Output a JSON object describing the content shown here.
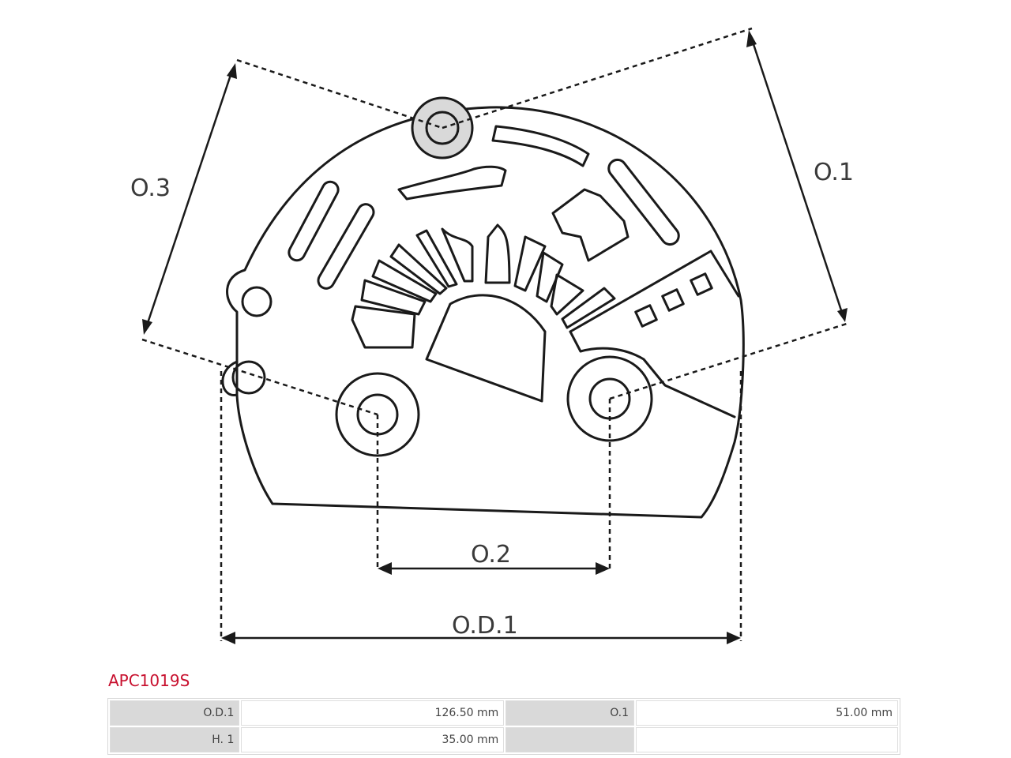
{
  "diagram": {
    "labels": {
      "o3": "O.3",
      "o1": "O.1",
      "o2": "O.2",
      "od1": "O.D.1"
    }
  },
  "product": {
    "code": "APC1019S",
    "specs": [
      [
        {
          "label": "O.D.1",
          "value": "126.50 mm"
        },
        {
          "label": "O.1",
          "value": "51.00 mm"
        }
      ],
      [
        {
          "label": "H. 1",
          "value": "35.00 mm"
        },
        {
          "label": "",
          "value": ""
        }
      ]
    ]
  }
}
